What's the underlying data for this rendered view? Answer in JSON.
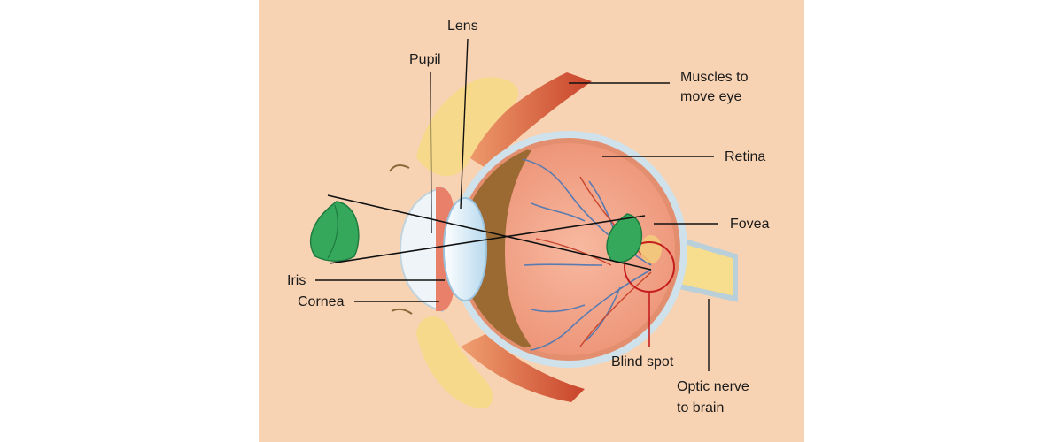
{
  "colors": {
    "panel_bg": "#f8d3b3",
    "sclera_rim": "#cfe1ea",
    "vitreous": "#f3a98c",
    "vessel": "#5a7bb0",
    "artery": "#c8452d",
    "leaf": "#35a85c",
    "lens": "#dceffa",
    "fat": "#f6d98a",
    "muscle": "#d6553a",
    "blind_spot": "#c41e1e"
  },
  "labels": {
    "lens": "Lens",
    "pupil": "Pupil",
    "muscles_line1": "Muscles to",
    "muscles_line2": "move eye",
    "retina": "Retina",
    "fovea": "Fovea",
    "iris": "Iris",
    "cornea": "Cornea",
    "blind_spot": "Blind spot",
    "optic_line1": "Optic nerve",
    "optic_line2": "to brain"
  }
}
